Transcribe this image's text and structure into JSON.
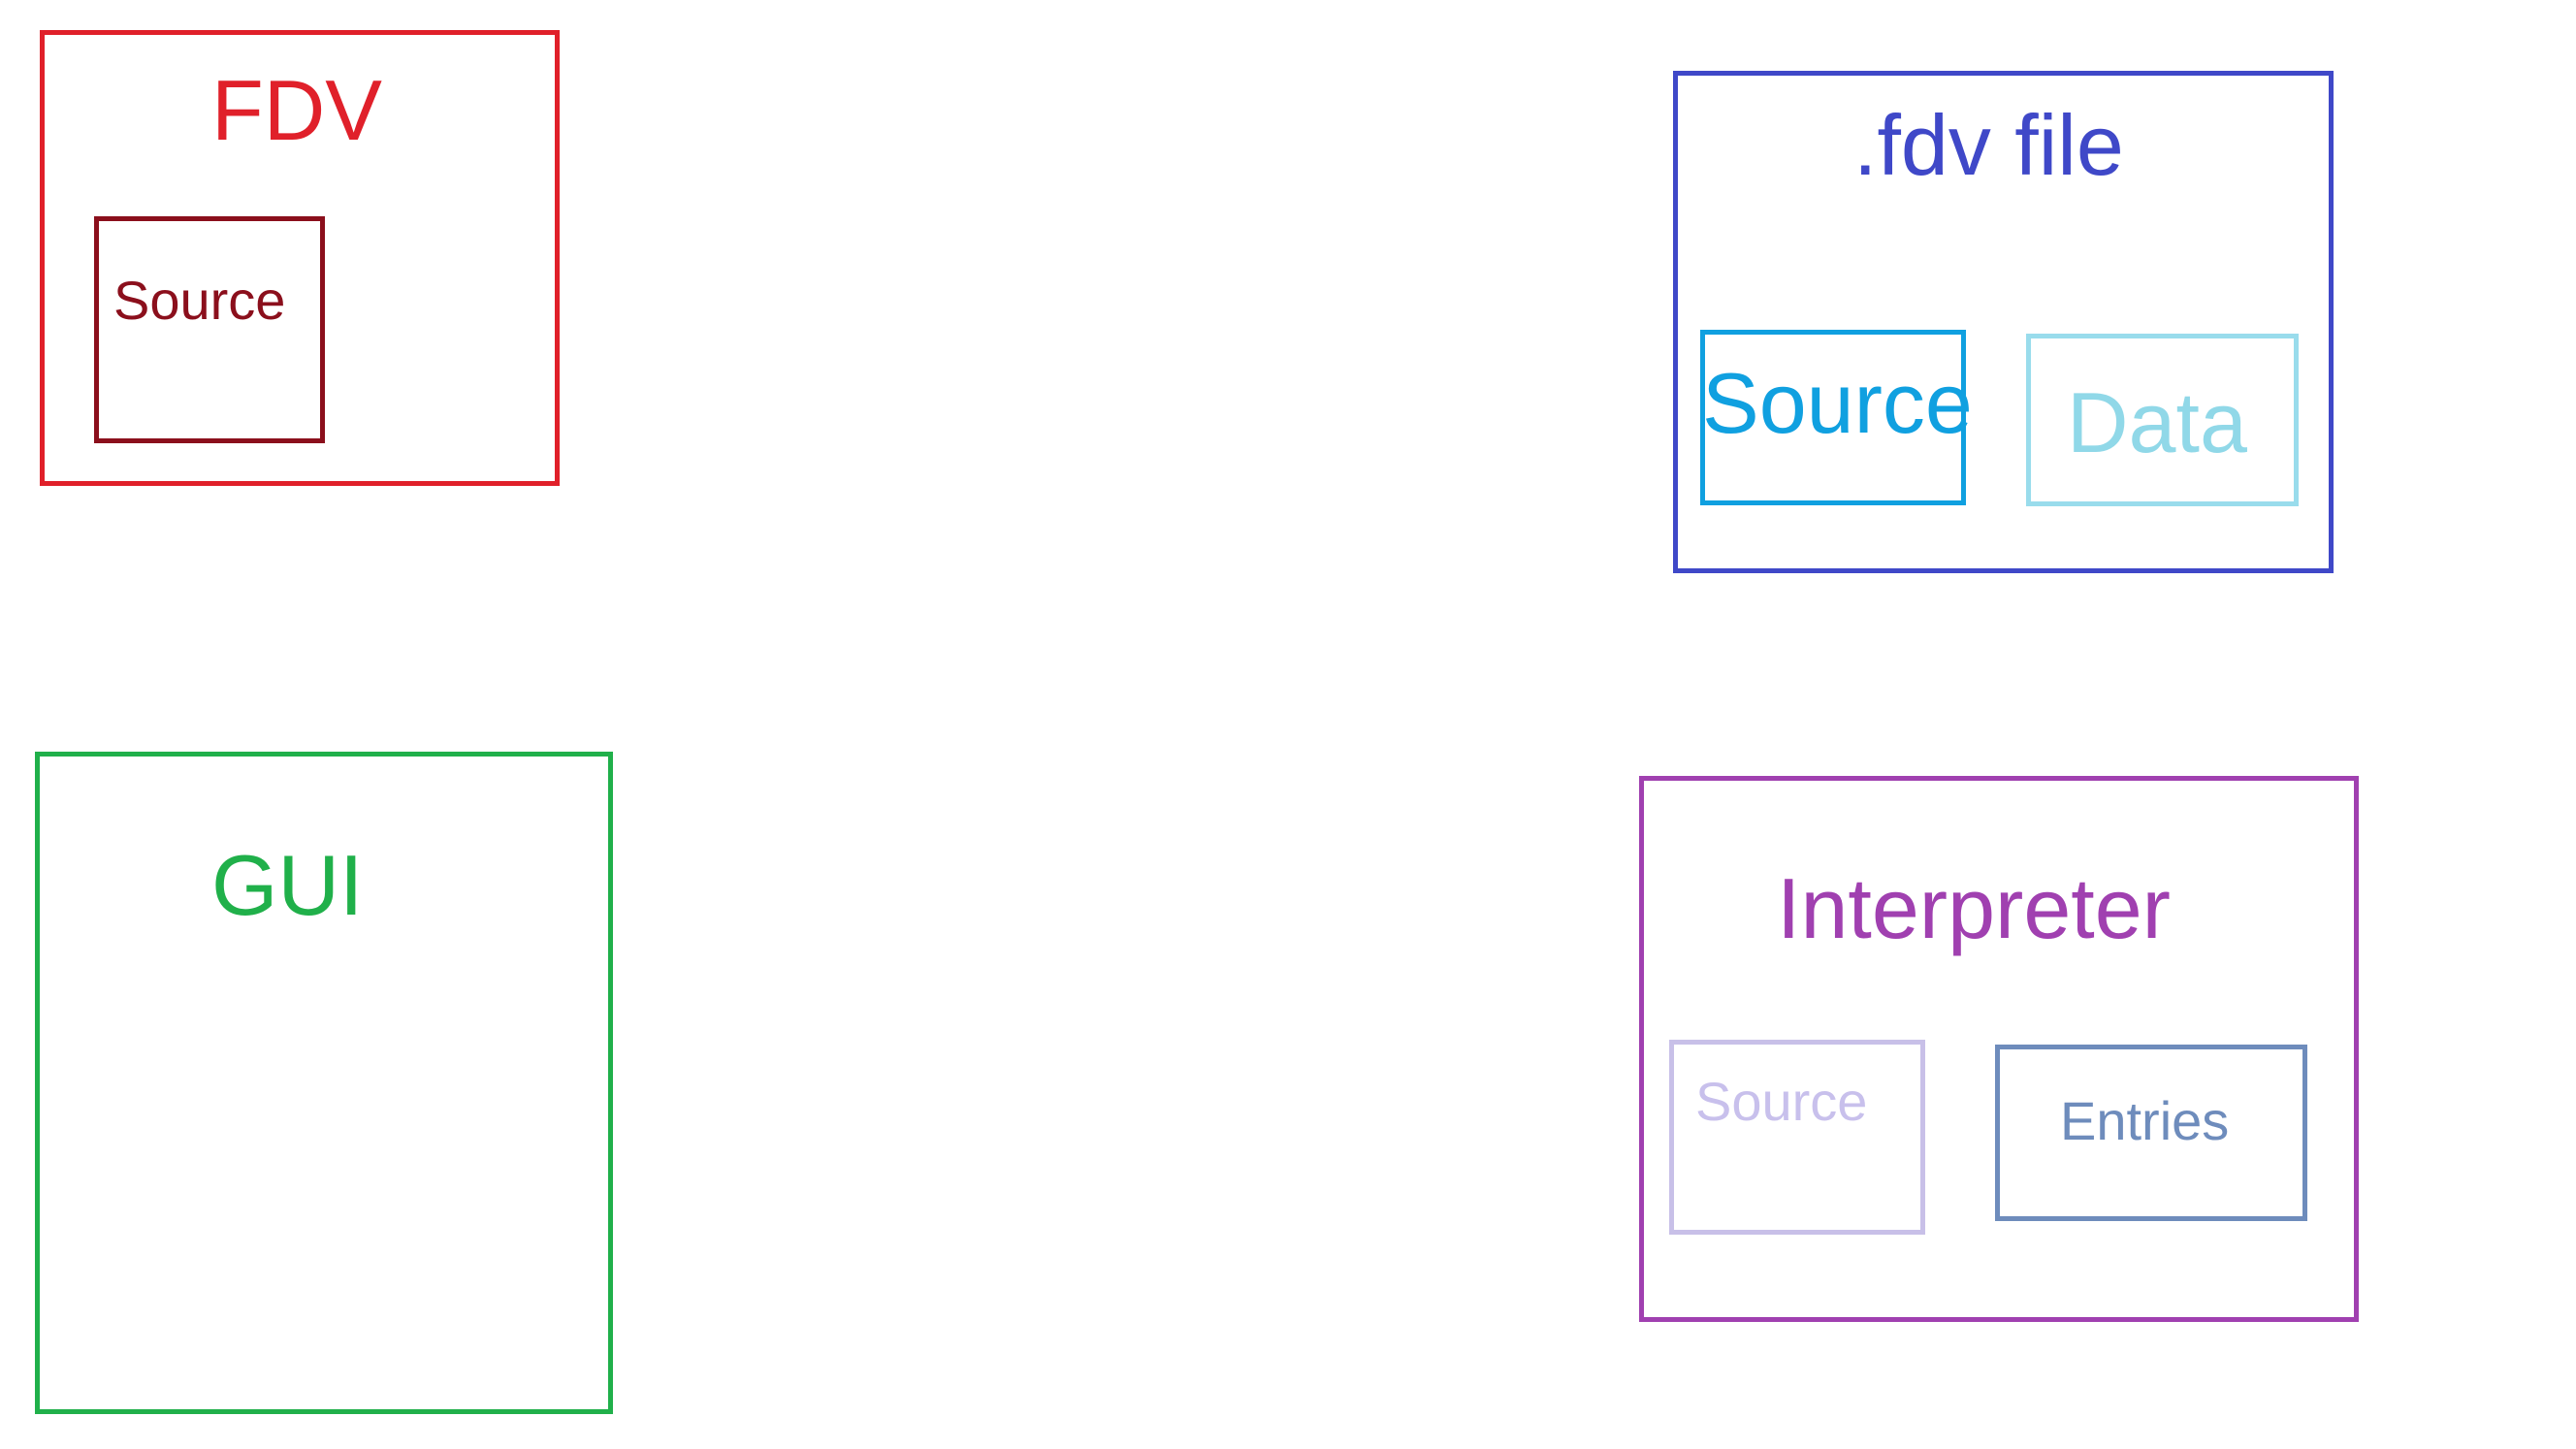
{
  "diagram": {
    "fdv": {
      "title": "FDV",
      "source_label": "Source",
      "colors": {
        "outer": "#e0202a",
        "inner": "#8b0f1c"
      }
    },
    "fdv_file": {
      "title": ".fdv file",
      "source_label": "Source",
      "data_label": "Data",
      "colors": {
        "outer": "#3f48c8",
        "source": "#10a0e0",
        "data": "#99dcec"
      }
    },
    "gui": {
      "title": "GUI",
      "colors": {
        "outer": "#20b04a"
      }
    },
    "interpreter": {
      "title": "Interpreter",
      "source_label": "Source",
      "entries_label": "Entries",
      "colors": {
        "outer": "#a040b0",
        "source": "#c8c0e8",
        "entries": "#6e8cbc"
      }
    }
  }
}
